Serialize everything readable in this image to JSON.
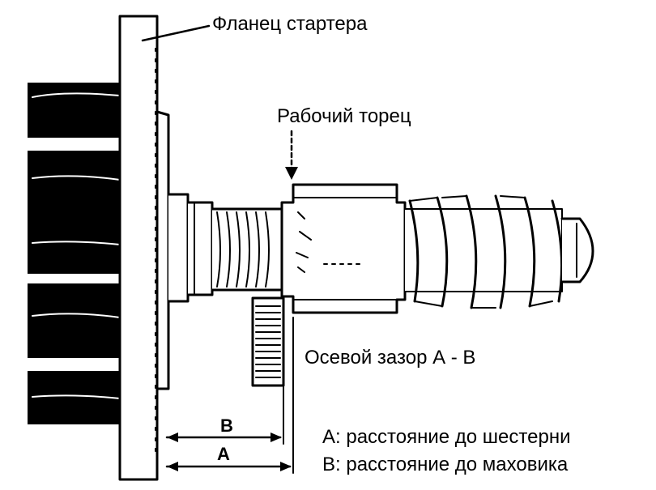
{
  "labels": {
    "flange": "Фланец стартера",
    "working_face": "Рабочий торец",
    "axial_gap": "Осевой зазор А - В",
    "dim_b": "B",
    "dim_a": "A",
    "legend_a": "А: расстояние до шестерни",
    "legend_b": "В: расстояние до маховика"
  },
  "colors": {
    "ink": "#000000",
    "paper": "#ffffff"
  }
}
